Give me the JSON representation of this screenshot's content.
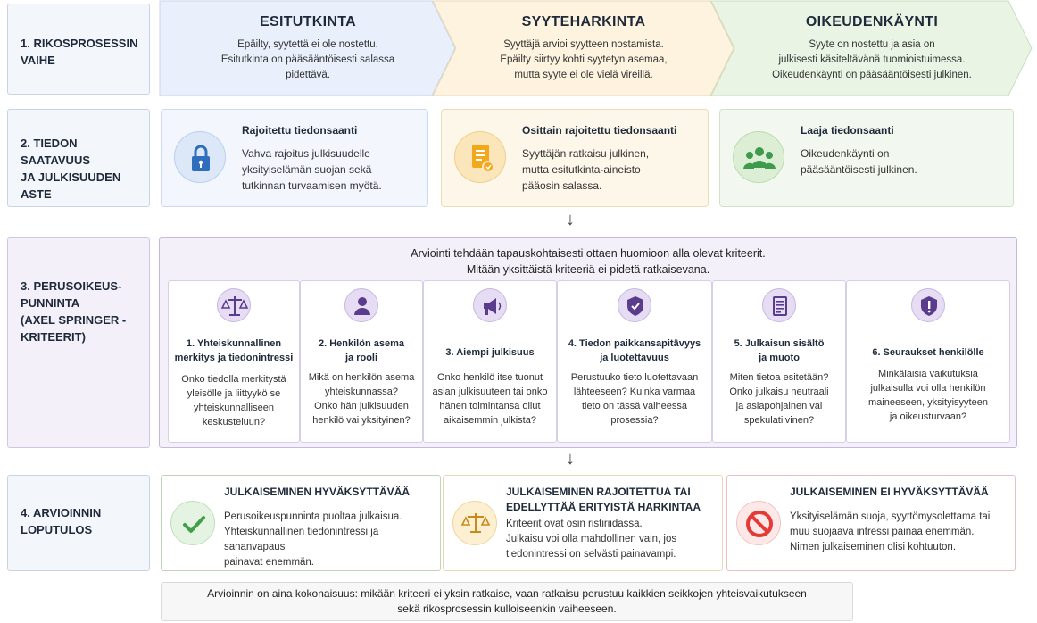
{
  "rows": {
    "r1": [
      "1. RIKOSPROSESSIN",
      "VAIHE"
    ],
    "r2": [
      "2. TIEDON SAATAVUUS",
      "JA JULKISUUDEN",
      "ASTE"
    ],
    "r3": [
      "3. PERUSOIKEUS-",
      "PUNNINTA",
      "(AXEL SPRINGER -",
      "KRITEERIT)"
    ],
    "r4": [
      "4. ARVIOINNIN",
      "LOPUTULOS"
    ]
  },
  "phases": [
    {
      "title": "ESITUTKINTA",
      "lines": [
        "Epäilty, syytettä ei ole nostettu.",
        "Esitutkinta on pääsääntöisesti salassa",
        "pidettävä."
      ],
      "color": "#e9f0fb"
    },
    {
      "title": "SYYTEHARKINTA",
      "lines": [
        "Syyttäjä arvioi syytteen nostamista.",
        "Epäilty siirtyy kohti syytetyn asemaa,",
        "mutta syyte ei ole vielä vireillä."
      ],
      "color": "#fdf3df"
    },
    {
      "title": "OIKEUDENKÄYNTI",
      "lines": [
        "Syyte on nostettu ja asia on",
        "julkisesti käsiteltävänä tuomioistuimessa.",
        "Oikeudenkäynti on pääsääntöisesti julkinen."
      ],
      "color": "#e9f4e4"
    }
  ],
  "access": [
    {
      "title": "Rajoitettu tiedonsaanti",
      "lines": [
        "Vahva rajoitus julkisuudelle",
        "yksityiselämän suojan sekä",
        "tutkinnan turvaamisen myötä."
      ],
      "icon": "lock-icon"
    },
    {
      "title": "Osittain rajoitettu tiedonsaanti",
      "lines": [
        "Syyttäjän ratkaisu julkinen,",
        "mutta esitutkinta-aineisto",
        "pääosin salassa."
      ],
      "icon": "document-icon"
    },
    {
      "title": "Laaja tiedonsaanti",
      "lines": [
        "Oikeudenkäynti on",
        "pääsääntöisesti julkinen."
      ],
      "icon": "people-icon"
    }
  ],
  "arrow": "↓",
  "criteria_intro": [
    "Arviointi tehdään tapauskohtaisesti ottaen huomioon alla olevat kriteerit.",
    "Mitään yksittäistä kriteeriä ei pidetä ratkaisevana."
  ],
  "criteria": [
    {
      "title": [
        "1. Yhteiskunnallinen",
        "merkitys ja tiedonintressi"
      ],
      "lines": [
        "Onko tiedolla merkitystä",
        "yleisölle ja liittyykö se",
        "yhteiskunnalliseen",
        "keskusteluun?"
      ],
      "icon": "scales-icon"
    },
    {
      "title": [
        "2. Henkilön asema",
        "ja rooli"
      ],
      "lines": [
        "Mikä on henkilön asema",
        "yhteiskunnassa?",
        "Onko hän julkisuuden",
        "henkilö vai yksityinen?"
      ],
      "icon": "person-icon"
    },
    {
      "title": [
        "3. Aiempi julkisuus"
      ],
      "lines": [
        "Onko henkilö itse tuonut",
        "asian julkisuuteen tai onko",
        "hänen toimintansa ollut",
        "aikaisemmin julkista?"
      ],
      "icon": "megaphone-icon"
    },
    {
      "title": [
        "4. Tiedon paikkansapitävyys",
        "ja luotettavuus"
      ],
      "lines": [
        "Perustuuko tieto luotettavaan",
        "lähteeseen? Kuinka varmaa",
        "tieto on tässä vaiheessa",
        "prosessia?"
      ],
      "icon": "shield-check-icon"
    },
    {
      "title": [
        "5. Julkaisun sisältö",
        "ja muoto"
      ],
      "lines": [
        "Miten tietoa esitetään?",
        "Onko julkaisu neutraali",
        "ja asiapohjainen vai",
        "spekulatiivinen?"
      ],
      "icon": "article-icon"
    },
    {
      "title": [
        "6. Seuraukset henkilölle"
      ],
      "lines": [
        "Minkälaisia vaikutuksia",
        "julkaisulla voi olla henkilön",
        "maineeseen, yksityisyyteen",
        "ja oikeusturvaan?"
      ],
      "icon": "warning-shield-icon"
    }
  ],
  "outcomes": [
    {
      "title": [
        "JULKAISEMINEN HYVÄKSYTTÄVÄÄ"
      ],
      "lines": [
        "Perusoikeuspunninta puoltaa julkaisua.",
        "Yhteiskunnallinen tiedonintressi ja sananvapaus",
        "painavat enemmän."
      ],
      "icon": "check-icon",
      "color": "#4caf50"
    },
    {
      "title": [
        "JULKAISEMINEN RAJOITETTUA TAI",
        "EDELLYTTÄÄ ERITYISTÄ HARKINTAA"
      ],
      "lines": [
        "Kriteerit ovat osin ristiriidassa.",
        "Julkaisu voi olla mahdollinen vain, jos",
        "tiedonintressi on selvästi painavampi."
      ],
      "icon": "scales-icon",
      "color": "#e8a93b"
    },
    {
      "title": [
        "JULKAISEMINEN EI HYVÄKSYTTÄVÄÄ"
      ],
      "lines": [
        "Yksityiselämän suoja, syyttömysolettama tai",
        "muu suojaava intressi painaa enemmän.",
        "Nimen julkaiseminen olisi kohtuuton."
      ],
      "icon": "prohibited-icon",
      "color": "#e53935"
    }
  ],
  "footer": [
    "Arvioinnin on aina kokonaisuus: mikään kriteeri ei yksin ratkaise, vaan ratkaisu perustuu kaikkien seikkojen yhteisvaikutukseen",
    "sekä rikosprosessin kulloiseenkin vaiheeseen."
  ]
}
